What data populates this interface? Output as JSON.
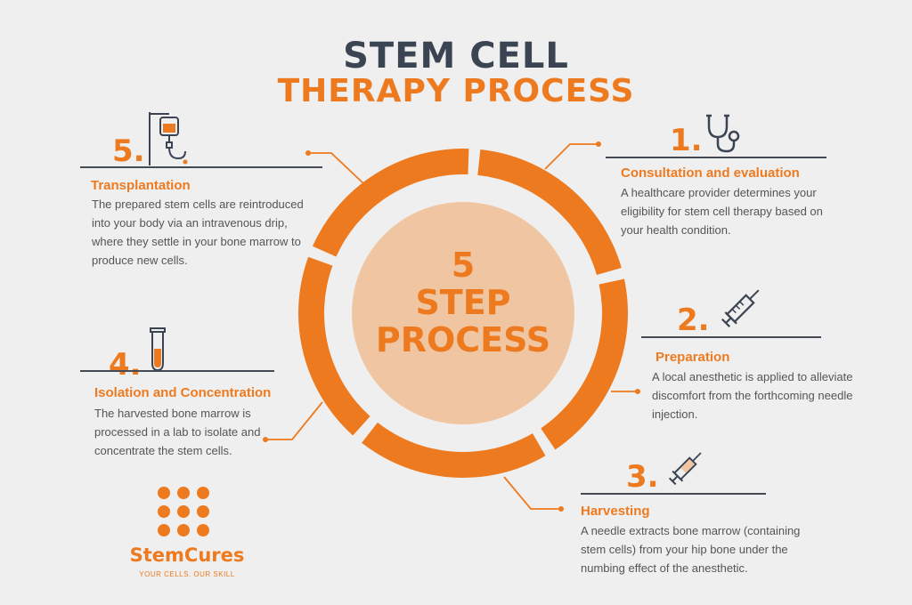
{
  "title": {
    "line1": "STEM CELL",
    "line2": "THERAPY PROCESS"
  },
  "center": {
    "line1": "5",
    "line2": "STEP",
    "line3": "PROCESS"
  },
  "colors": {
    "accent": "#ee7a1f",
    "dark": "#3b4452",
    "inner_circle": "#f0c6a2",
    "background": "#efefef"
  },
  "steps": [
    {
      "number": "1.",
      "title": "Consultation and evaluation",
      "description": [
        "A healthcare provider determines your",
        "eligibility for stem cell therapy based on",
        "your health condition."
      ],
      "icon": "stethoscope-icon"
    },
    {
      "number": "2.",
      "title": "Preparation",
      "description": [
        "A local anesthetic is applied to alleviate",
        "discomfort from the forthcoming needle",
        "injection."
      ],
      "icon": "syringe-icon"
    },
    {
      "number": "3.",
      "title": "Harvesting",
      "description": [
        "A needle extracts bone marrow (containing",
        "stem cells) from your hip bone under the",
        "numbing effect of the anesthetic."
      ],
      "icon": "filled-syringe-icon"
    },
    {
      "number": "4.",
      "title": "Isolation and Concentration",
      "description": [
        "The harvested bone marrow is",
        "processed in a lab to isolate and",
        "concentrate the stem cells."
      ],
      "icon": "test-tube-icon"
    },
    {
      "number": "5.",
      "title": "Transplantation",
      "description": [
        "The prepared stem cells are reintroduced",
        "into your body via an intravenous drip,",
        "where they settle in your bone marrow to",
        "produce new cells."
      ],
      "icon": "iv-drip-icon"
    }
  ],
  "logo": {
    "name": "StemCures",
    "tagline": "YOUR CELLS. OUR SKILL"
  }
}
